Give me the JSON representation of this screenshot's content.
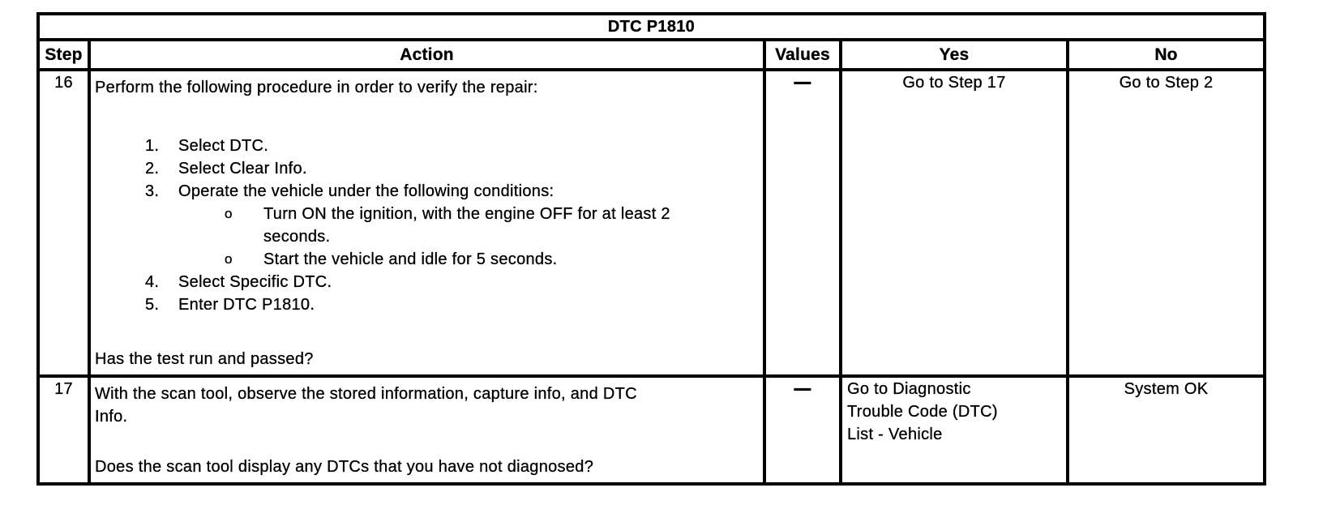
{
  "table": {
    "title": "DTC P1810",
    "columns": [
      "Step",
      "Action",
      "Values",
      "Yes",
      "No"
    ],
    "rows": [
      {
        "step": "16",
        "action": {
          "intro": "Perform the following procedure in order to verify the repair:",
          "list": [
            {
              "marker": "1.",
              "text": "Select DTC."
            },
            {
              "marker": "2.",
              "text": "Select Clear Info."
            },
            {
              "marker": "3.",
              "text": "Operate the vehicle under the following conditions:"
            },
            {
              "marker": "o",
              "text": "Turn ON the ignition, with the engine OFF for at least 2\nseconds."
            },
            {
              "marker": "o",
              "text": "Start the vehicle and idle for 5 seconds."
            },
            {
              "marker": "4.",
              "text": "Select Specific DTC."
            },
            {
              "marker": "5.",
              "text": "Enter DTC P1810."
            }
          ],
          "question": "Has the test run and passed?"
        },
        "values": "—",
        "yes": "Go to Step 17",
        "no": "Go to Step 2"
      },
      {
        "step": "17",
        "action": {
          "intro": "With the scan tool, observe the stored information, capture info, and DTC\nInfo.",
          "question": "Does the scan tool display any DTCs that you have not diagnosed?"
        },
        "values": "—",
        "yes": "Go to Diagnostic\nTrouble Code (DTC)\nList - Vehicle",
        "no": "System OK"
      }
    ]
  },
  "colors": {
    "text": "#000000",
    "border": "#000000",
    "background": "#ffffff"
  }
}
